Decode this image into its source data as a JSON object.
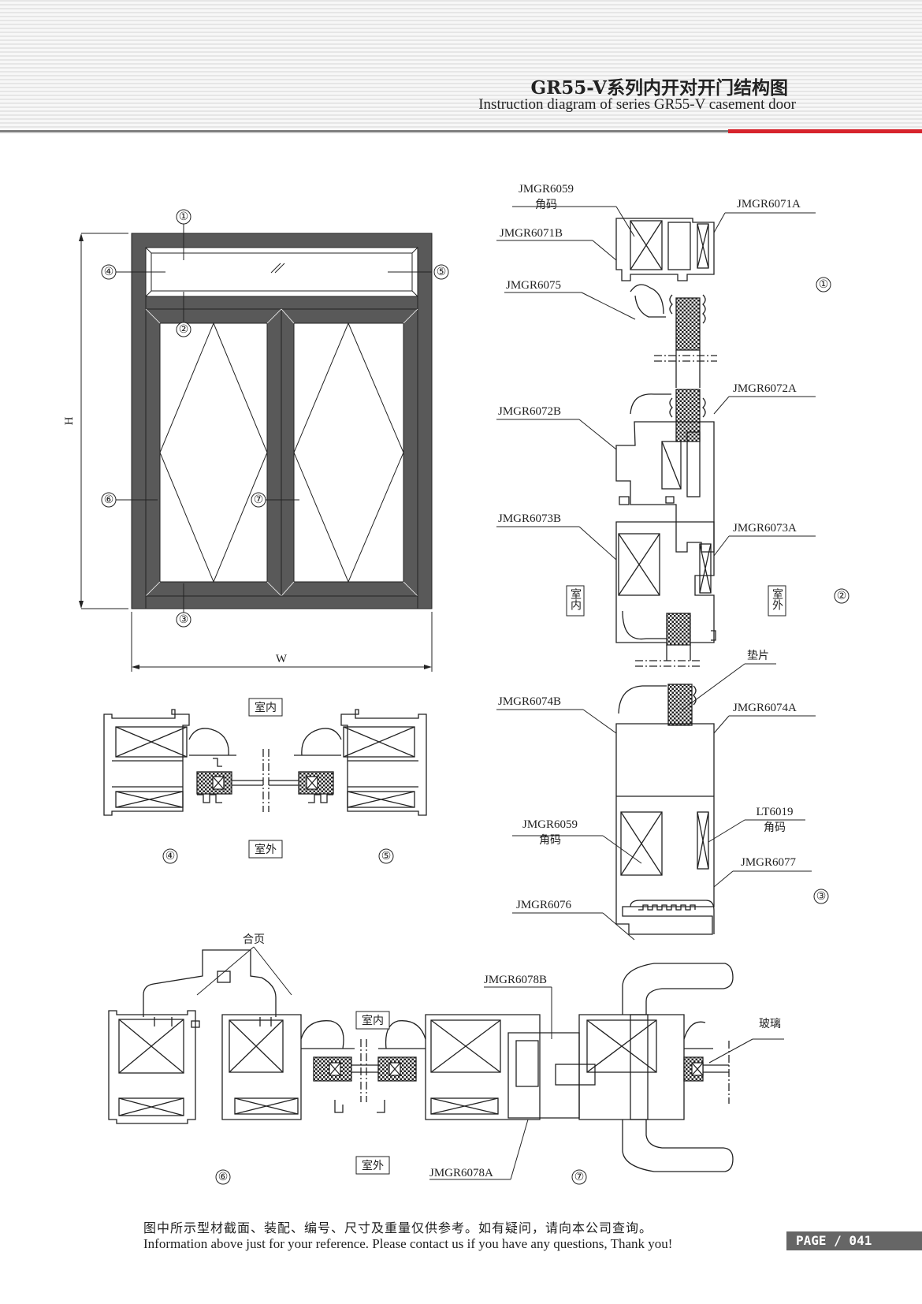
{
  "header": {
    "title_zh": "GR55-V系列内开对开门结构图",
    "title_en": "Instruction diagram of series GR55-V casement door"
  },
  "elevation": {
    "markers": [
      "①",
      "②",
      "③",
      "④",
      "⑤",
      "⑥",
      "⑦"
    ],
    "height_label": "H",
    "width_label": "W"
  },
  "vertical_section": {
    "labels": {
      "p6059_top": "JMGR6059",
      "p6059_top_sub": "角码",
      "p6071a": "JMGR6071A",
      "p6071b": "JMGR6071B",
      "p6075": "JMGR6075",
      "p6072a": "JMGR6072A",
      "p6072b": "JMGR6072B",
      "p6073b": "JMGR6073B",
      "p6073a": "JMGR6073A",
      "gasket": "垫片",
      "p6074b": "JMGR6074B",
      "p6074a": "JMGR6074A",
      "lt6019": "LT6019",
      "lt6019_sub": "角码",
      "p6059_bot": "JMGR6059",
      "p6059_bot_sub": "角码",
      "p6077": "JMGR6077",
      "p6076": "JMGR6076"
    },
    "indoor": "室内",
    "outdoor": "室外",
    "markers": [
      "①",
      "②",
      "③"
    ]
  },
  "transom_section": {
    "indoor": "室内",
    "outdoor": "室外",
    "markers": [
      "④",
      "⑤"
    ]
  },
  "horizontal_section": {
    "hinge": "合页",
    "p6078b": "JMGR6078B",
    "glass": "玻璃",
    "p6078a": "JMGR6078A",
    "indoor": "室内",
    "outdoor": "室外",
    "markers": [
      "⑥",
      "⑦"
    ]
  },
  "footer": {
    "note_zh": "图中所示型材截面、装配、编号、尺寸及重量仅供参考。如有疑问，请向本公司查询。",
    "note_en": "Information above just for your reference. Please contact us if you have any questions, Thank you!",
    "page": "PAGE / 041"
  },
  "colors": {
    "accent_red": "#d7242c",
    "frame_fill": "#595959",
    "badge_bg": "#666666"
  }
}
